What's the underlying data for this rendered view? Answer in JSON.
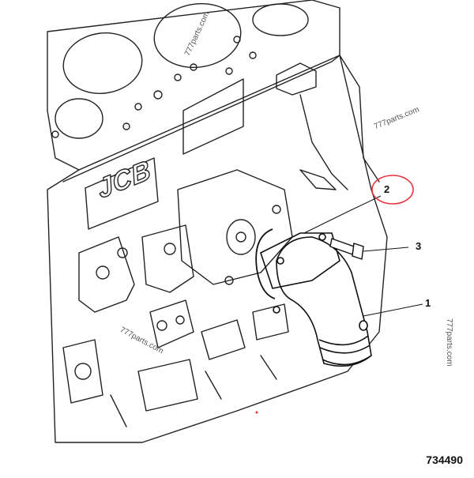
{
  "diagram": {
    "brand_logo": "JCB",
    "part_number": "734490",
    "watermark": "777parts.com",
    "callouts": [
      {
        "id": "1",
        "label": "1"
      },
      {
        "id": "2",
        "label": "2"
      },
      {
        "id": "3",
        "label": "3"
      }
    ],
    "colors": {
      "line": "#222222",
      "highlight_circle": "#e8343c",
      "background": "#ffffff"
    }
  }
}
